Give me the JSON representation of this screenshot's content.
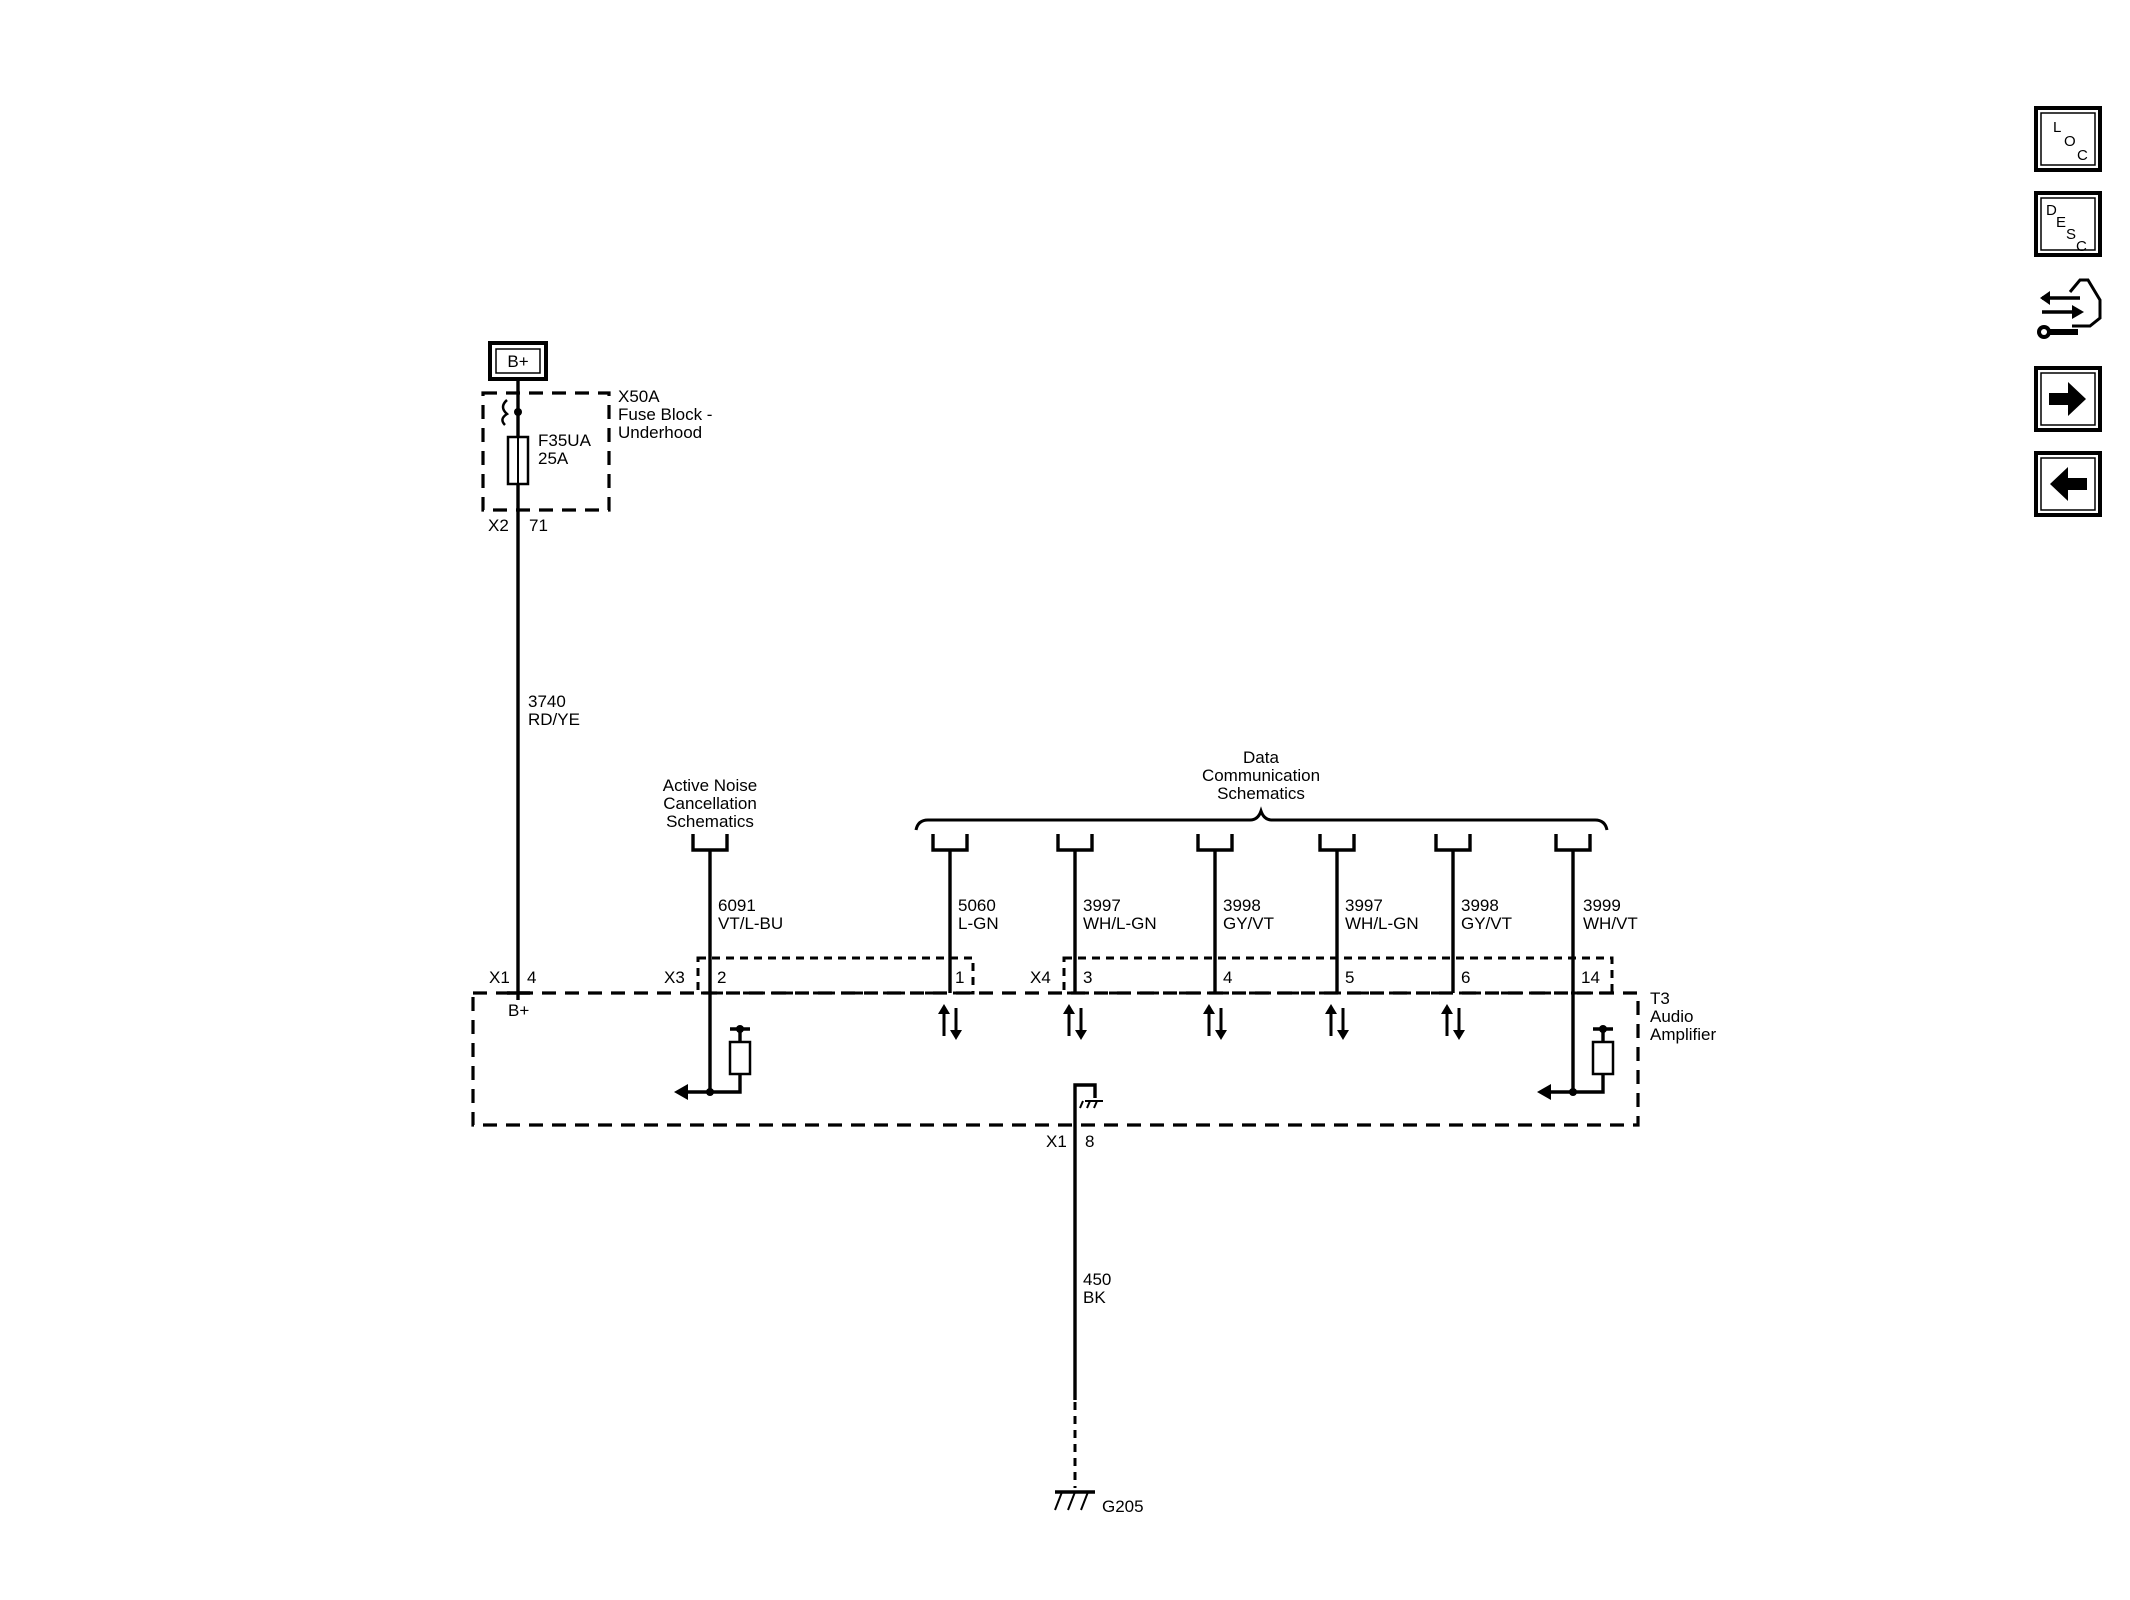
{
  "nav": {
    "loc": {
      "l1": "L",
      "l2": "O",
      "l3": "C"
    },
    "desc": {
      "l1": "D",
      "l2": "E",
      "l3": "S",
      "l4": "C"
    }
  },
  "power": {
    "source": "B+"
  },
  "fuse_block": {
    "id": "X50A",
    "name_line1": "Fuse Block -",
    "name_line2": "Underhood",
    "fuse_id": "F35UA",
    "fuse_rating": "25A",
    "connector": "X2",
    "pin": "71"
  },
  "wires": {
    "w3740": {
      "circuit": "3740",
      "color": "RD/YE"
    },
    "w6091": {
      "circuit": "6091",
      "color": "VT/L-BU"
    },
    "w5060": {
      "circuit": "5060",
      "color": "L-GN"
    },
    "w3997a": {
      "circuit": "3997",
      "color": "WH/L-GN"
    },
    "w3998a": {
      "circuit": "3998",
      "color": "GY/VT"
    },
    "w3997b": {
      "circuit": "3997",
      "color": "WH/L-GN"
    },
    "w3998b": {
      "circuit": "3998",
      "color": "GY/VT"
    },
    "w3999": {
      "circuit": "3999",
      "color": "WH/VT"
    },
    "w450": {
      "circuit": "450",
      "color": "BK"
    }
  },
  "refs": {
    "anc": {
      "line1": "Active Noise",
      "line2": "Cancellation",
      "line3": "Schematics"
    },
    "data": {
      "line1": "Data",
      "line2": "Communication",
      "line3": "Schematics"
    }
  },
  "amplifier": {
    "id": "T3",
    "name_line1": "Audio",
    "name_line2": "Amplifier",
    "bplus_label": "B+",
    "x1": "X1",
    "x1_pin_b": "4",
    "x3": "X3",
    "x3_pin_2": "2",
    "x3_pin_1": "1",
    "x4": "X4",
    "x4_pin_3": "3",
    "x4_pin_4": "4",
    "x4_pin_5": "5",
    "x4_pin_6": "6",
    "x4_pin_14": "14",
    "x1_ground": "X1",
    "x1_pin_g": "8"
  },
  "ground": {
    "id": "G205"
  }
}
